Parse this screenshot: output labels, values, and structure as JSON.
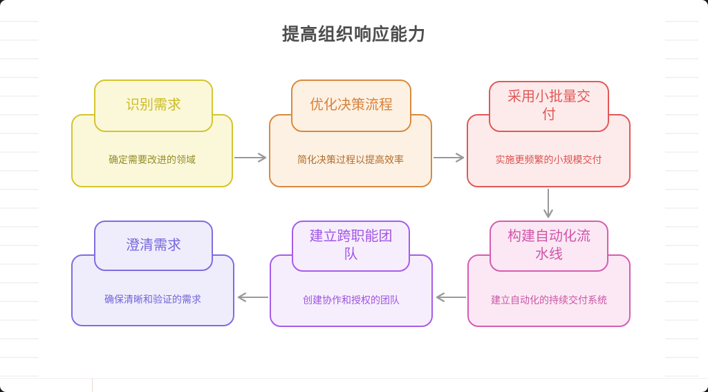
{
  "page": {
    "title": "提高组织响应能力"
  },
  "diagram": {
    "arrow_color": "#999999",
    "title_text_color": "#4d4d4d",
    "nodes": [
      {
        "id": "identify-needs",
        "title": "识别需求",
        "description": "确定需要改进的领域",
        "colors": {
          "border": "#d4c42c",
          "fill": "#fbf8da",
          "title_text": "#ccbc28",
          "description_text": "#968c2a"
        }
      },
      {
        "id": "optimize-decision-process",
        "title": "优化决策流程",
        "description": "简化决策过程以提高效率",
        "colors": {
          "border": "#d8893e",
          "fill": "#fdf1e3",
          "title_text": "#d8823b",
          "description_text": "#b06c2a"
        }
      },
      {
        "id": "small-batch-delivery",
        "title": "采用小批量交付",
        "description": "实施更频繁的小规模交付",
        "colors": {
          "border": "#e25757",
          "fill": "#fdebeb",
          "title_text": "#e25757",
          "description_text": "#dd5252"
        }
      },
      {
        "id": "build-automation-pipeline",
        "title": "构建自动化流水线",
        "description": "建立自动化的持续交付系统",
        "colors": {
          "border": "#d55cb0",
          "fill": "#fbe8f4",
          "title_text": "#d055aa",
          "description_text": "#cc55a6"
        }
      },
      {
        "id": "cross-functional-teams",
        "title": "建立跨职能团队",
        "description": "创建协作和授权的团队",
        "colors": {
          "border": "#a55ce8",
          "fill": "#f7eefd",
          "title_text": "#a156e6",
          "description_text": "#9d54dd"
        }
      },
      {
        "id": "clarify-requirements",
        "title": "澄清需求",
        "description": "确保清晰和验证的需求",
        "colors": {
          "border": "#7e6ce2",
          "fill": "#efedfc",
          "title_text": "#7668de",
          "description_text": "#7264d8"
        }
      }
    ],
    "edges": [
      {
        "from": "identify-needs",
        "to": "optimize-decision-process",
        "direction": "right"
      },
      {
        "from": "optimize-decision-process",
        "to": "small-batch-delivery",
        "direction": "right"
      },
      {
        "from": "small-batch-delivery",
        "to": "build-automation-pipeline",
        "direction": "down"
      },
      {
        "from": "build-automation-pipeline",
        "to": "cross-functional-teams",
        "direction": "left"
      },
      {
        "from": "cross-functional-teams",
        "to": "clarify-requirements",
        "direction": "left"
      }
    ]
  }
}
